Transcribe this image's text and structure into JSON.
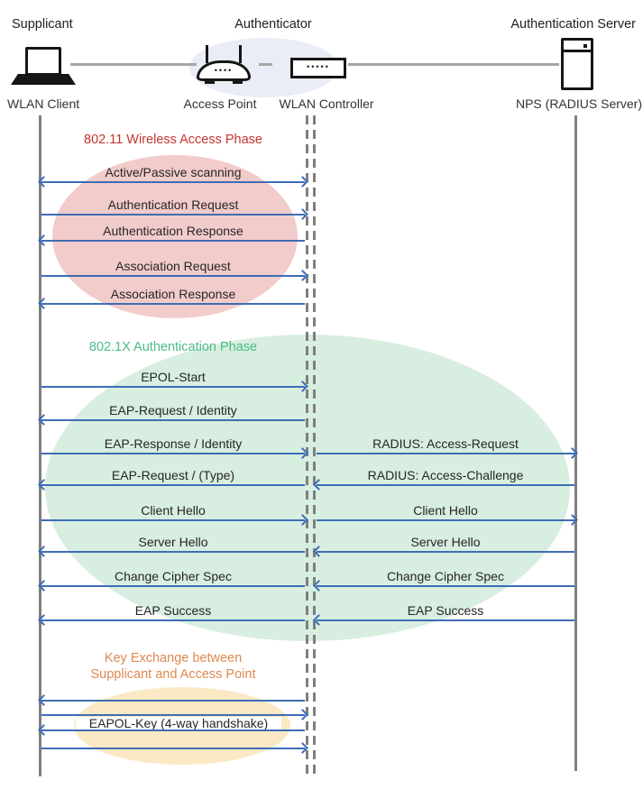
{
  "header": {
    "roles": {
      "supplicant": "Supplicant",
      "authenticator": "Authenticator",
      "auth_server": "Authentication Server"
    },
    "devices": {
      "wlan_client": "WLAN Client",
      "access_point": "Access Point",
      "wlan_controller": "WLAN Controller",
      "nps": "NPS (RADIUS Server)"
    }
  },
  "icons": {
    "wlan_client": "laptop-icon",
    "access_point": "wireless-router-icon",
    "wlan_controller": "controller-box-icon",
    "nps": "server-tower-icon"
  },
  "phases": {
    "p1": {
      "title": "802.11 Wireless Access Phase"
    },
    "p2": {
      "title": "802.1X Authentication Phase"
    },
    "p3": {
      "title_line1": "Key Exchange between",
      "title_line2": "Supplicant and Access Point"
    }
  },
  "messages": {
    "scanning": "Active/Passive scanning",
    "auth_request": "Authentication Request",
    "auth_response": "Authentication Response",
    "assoc_request": "Association Request",
    "assoc_response": "Association Response",
    "epol_start": "EPOL-Start",
    "eap_request_identity": "EAP-Request / Identity",
    "eap_response_identity": "EAP-Response / Identity",
    "radius_access_request": "RADIUS: Access-Request",
    "eap_request_type": "EAP-Request / (Type)",
    "radius_access_challenge": "RADIUS: Access-Challenge",
    "client_hello": "Client Hello",
    "server_hello": "Server Hello",
    "change_cipher_spec": "Change Cipher Spec",
    "eap_success": "EAP Success",
    "eapol_key": "EAPOL-Key (4-way handshake)"
  },
  "colors": {
    "arrow": "#3E6DB5",
    "lifeline": "#7F7F7F",
    "connector": "#A6A6A6",
    "message_text": "#262626",
    "icon": "#161616",
    "phase1_title": "#C2352E",
    "phase1_fill": "#F2CBCB",
    "phase2_title": "#4BBB88",
    "phase2_fill": "#D7EEE0",
    "phase3_title": "#E08850",
    "phase3_fill": "#FBE9C5",
    "authenticator_fill": "#E9EDF5"
  }
}
